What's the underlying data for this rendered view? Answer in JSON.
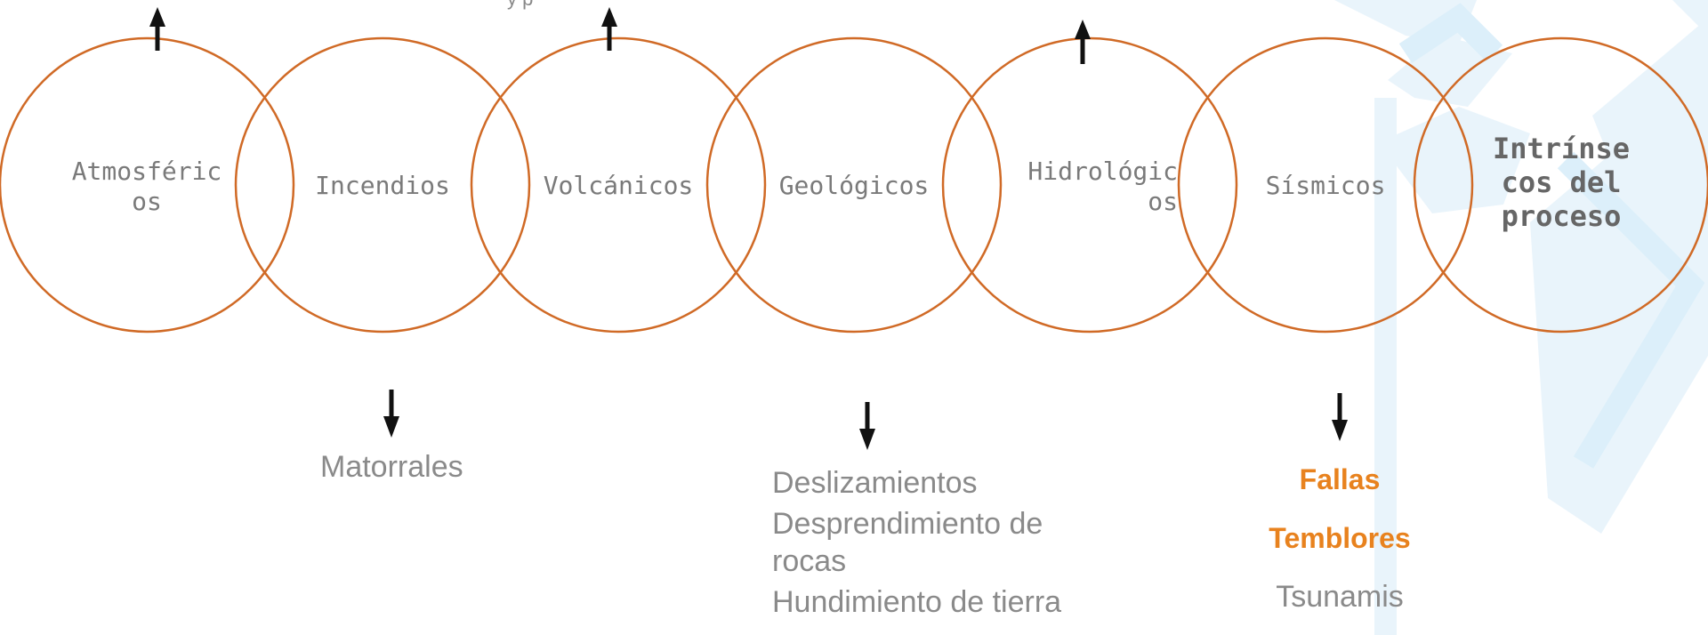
{
  "colors": {
    "circle_stroke": "#d06a26",
    "highlight": "#e8821e",
    "text": "#8a8a8a",
    "arrow": "#111111",
    "watermark": "#e8f4fb"
  },
  "partial_text": "y p",
  "circles": [
    {
      "label": "Atmosférico s",
      "line1": "Atmosféric",
      "line2": "os"
    },
    {
      "label": "Incendios"
    },
    {
      "label": "Volcánicos"
    },
    {
      "label": "Geológicos"
    },
    {
      "label": "Hidrológico s",
      "line1": "Hidrológic",
      "line2": "os"
    },
    {
      "label": "Sísmicos"
    },
    {
      "label": "Intrínsecos del proceso",
      "line1": "Intrínse",
      "line2": "cos del",
      "line3": "proceso"
    }
  ],
  "lists": {
    "incendios": [
      "Matorrales"
    ],
    "geologicos": [
      "Deslizamientos",
      "Desprendimiento de",
      "rocas",
      "Hundimiento de tierra"
    ],
    "sismicos": {
      "highlighted": [
        "Fallas",
        "Temblores"
      ],
      "plain": [
        "Tsunamis"
      ]
    }
  }
}
